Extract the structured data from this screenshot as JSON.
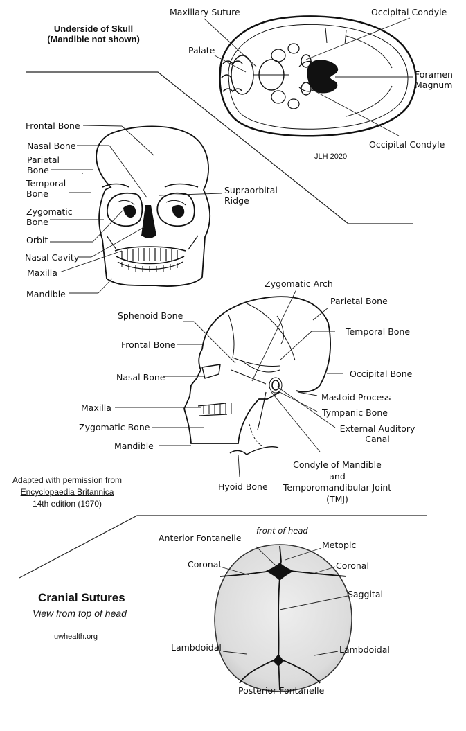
{
  "underside": {
    "title_line1": "Underside of Skull",
    "title_line2": "(Mandible not shown)",
    "labels": {
      "maxillary_suture": "Maxillary Suture",
      "occipital_condyle_top": "Occipital Condyle",
      "palate": "Palate",
      "foramen_line1": "Foramen",
      "foramen_line2": "Magnum",
      "occipital_condyle_bottom": "Occipital Condyle"
    },
    "signature": "JLH 2020"
  },
  "front_view": {
    "labels": {
      "frontal_bone": "Frontal Bone",
      "nasal_bone": "Nasal Bone",
      "parietal_line1": "Parietal",
      "parietal_line2": "Bone",
      "temporal_line1": "Temporal",
      "temporal_line2": "Bone",
      "supraorbital_line1": "Supraorbital",
      "supraorbital_line2": "Ridge",
      "zygomatic_line1": "Zygomatic",
      "zygomatic_line2": "Bone",
      "orbit": "Orbit",
      "nasal_cavity": "Nasal Cavity",
      "maxilla": "Maxilla",
      "mandible": "Mandible"
    }
  },
  "side_view": {
    "labels": {
      "zygomatic_arch": "Zygomatic Arch",
      "parietal_bone": "Parietal Bone",
      "sphenoid_bone": "Sphenoid Bone",
      "temporal_bone": "Temporal Bone",
      "frontal_bone": "Frontal Bone",
      "occipital_bone": "Occipital Bone",
      "nasal_bone": "Nasal Bone",
      "mastoid_process": "Mastoid Process",
      "maxilla": "Maxilla",
      "tympanic_bone": "Tympanic Bone",
      "zygomatic_bone": "Zygomatic Bone",
      "external_auditory_line1": "External Auditory",
      "external_auditory_line2": "Canal",
      "mandible": "Mandible",
      "condyle_line1": "Condyle of Mandible",
      "condyle_line2": "and",
      "condyle_line3": "Temporomandibular Joint",
      "condyle_line4": "(TMJ)",
      "hyoid_bone": "Hyoid Bone"
    },
    "credit_line1": "Adapted with permission from",
    "credit_line2": "Encyclopaedia Britannica",
    "credit_line3": "14th edition  (1970)"
  },
  "sutures": {
    "title": "Cranial Sutures",
    "subtitle": "View from top of head",
    "source": "uwhealth.org",
    "labels": {
      "front_of_head": "front of head",
      "anterior_fontanelle": "Anterior Fontanelle",
      "metopic": "Metopic",
      "coronal_left": "Coronal",
      "coronal_right": "Coronal",
      "saggital": "Saggital",
      "lambdoidal_left": "Lambdoidal",
      "lambdoidal_right": "Lambdoidal",
      "posterior_fontanelle": "Posterior Fontanelle"
    }
  },
  "colors": {
    "ink": "#111111",
    "skull_top_fill": "#e4e4e4",
    "background": "#ffffff"
  }
}
